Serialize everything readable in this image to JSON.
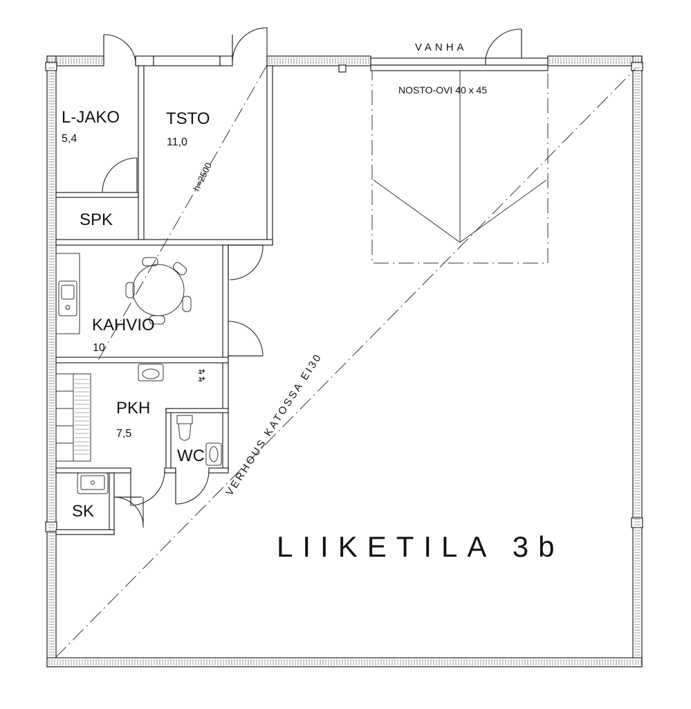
{
  "plan": {
    "main_room": "LIIKETILA 3b",
    "note_top": "VANHA",
    "lift_door": "NOSTO-OVI 40 x 45",
    "ceiling_note": "VERHOUS KATOSSA EI30",
    "height_note": "h=2500"
  },
  "rooms": [
    {
      "name": "L-JAKO",
      "area": "5,4"
    },
    {
      "name": "TSTO",
      "area": "11,0"
    },
    {
      "name": "SPK",
      "area": ""
    },
    {
      "name": "KAHVIO",
      "area": "10"
    },
    {
      "name": "PKH",
      "area": "7,5"
    },
    {
      "name": "WC",
      "area": ""
    },
    {
      "name": "SK",
      "area": ""
    }
  ]
}
